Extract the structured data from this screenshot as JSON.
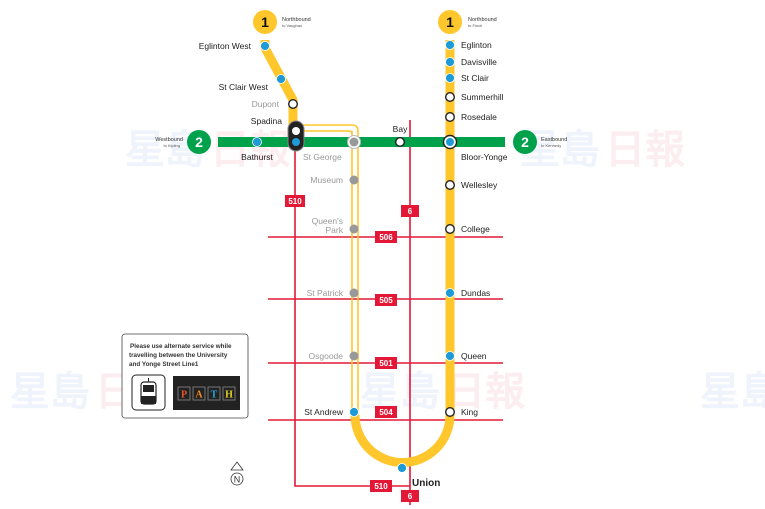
{
  "watermark": "星島日報",
  "line1": {
    "number": "1",
    "color": "#FFC72C",
    "west_terminal": {
      "direction": "Northbound",
      "to": "to Vaughan"
    },
    "east_terminal": {
      "direction": "Northbound",
      "to": "to Finch"
    }
  },
  "line2": {
    "number": "2",
    "color": "#00A14B",
    "west_terminal": {
      "direction": "Westbound",
      "to": "to Kipling"
    },
    "east_terminal": {
      "direction": "Eastbound",
      "to": "to Kennedy"
    }
  },
  "stations": {
    "eglinton_west": "Eglinton West",
    "st_clair_west": "St Clair West",
    "dupont": "Dupont",
    "spadina": "Spadina",
    "bathurst": "Bathurst",
    "st_george": "St George",
    "bay": "Bay",
    "bloor_yonge": "Bloor-Yonge",
    "museum": "Museum",
    "queens_park_1": "Queen's",
    "queens_park_2": "Park",
    "st_patrick": "St Patrick",
    "osgoode": "Osgoode",
    "st_andrew": "St Andrew",
    "union": "Union",
    "king": "King",
    "queen": "Queen",
    "dundas": "Dundas",
    "college": "College",
    "wellesley": "Wellesley",
    "rosedale": "Rosedale",
    "summerhill": "Summerhill",
    "st_clair": "St Clair",
    "davisville": "Davisville",
    "eglinton": "Eglinton"
  },
  "routes": {
    "r510a": "510",
    "r510b": "510",
    "r6a": "6",
    "r6b": "6",
    "r506": "506",
    "r505": "505",
    "r501": "501",
    "r504": "504",
    "color": "#E31837"
  },
  "notice": {
    "line1": "Please use alternate service while",
    "line2": "travelling between the University",
    "line3": "and Yonge Street Line1",
    "path_letters": [
      "P",
      "A",
      "T",
      "H"
    ]
  },
  "north": "N"
}
